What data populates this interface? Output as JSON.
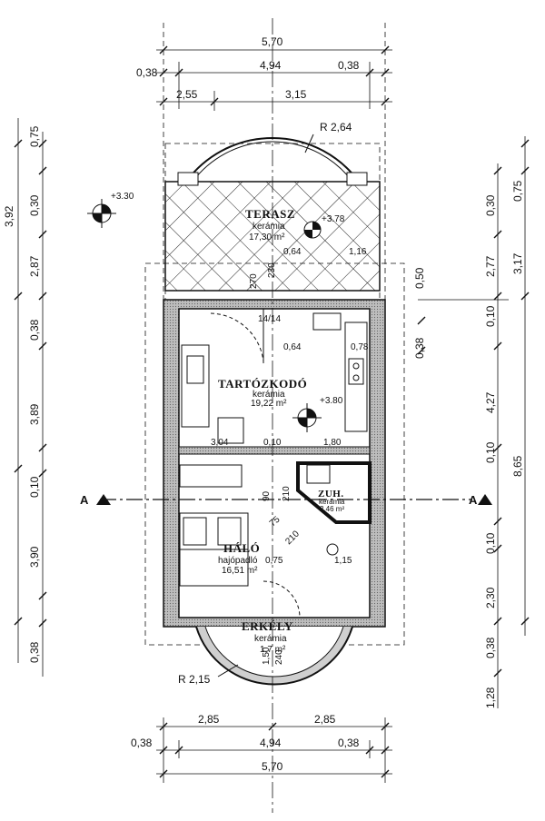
{
  "top_dims": {
    "overall": "5,70",
    "left_wall": "0,38",
    "inner": "4,94",
    "right_wall": "0,38",
    "split_left": "2,55",
    "split_right": "3,15"
  },
  "bottom_dims": {
    "split_left": "2,85",
    "split_right": "2,85",
    "left_wall": "0,38",
    "inner": "4,94",
    "right_wall": "0,38",
    "overall": "5,70"
  },
  "left_dims": [
    "0,75",
    "0,30",
    "2,87",
    "0,38",
    "3,89",
    "0,10",
    "3,90",
    "0,38"
  ],
  "left_dims_partial": "3,92",
  "right_dims_inner": [
    "0,30",
    "2,77",
    "0,10",
    "4,27",
    "0,10",
    "0,10",
    "2,30",
    "0,38",
    "1,28"
  ],
  "right_dims_outer": [
    "0,75",
    "3,17",
    "8,65"
  ],
  "right_misc": {
    "a": "0,50",
    "b": "0,38"
  },
  "radius_top": "R 2,64",
  "radius_bottom": "R 2,15",
  "level_marks": {
    "outside": "+3.30",
    "terrace": "+3.78",
    "living": "+3.80"
  },
  "rooms": {
    "terrace": {
      "name": "TERASZ",
      "material": "kerámia",
      "area": "17,30 m²"
    },
    "living": {
      "name": "TARTÓZKODÓ",
      "material": "kerámia",
      "area": "19,22 m²"
    },
    "wc": {
      "name": "ZUH.",
      "material": "kerámia",
      "area": "2,46 m²"
    },
    "bedroom": {
      "name": "HÁLÓ",
      "material": "hajópadló",
      "area": "16,51 m²"
    },
    "balcony": {
      "name": "ERKÉLY",
      "material": "kerámia",
      "area": "1,7 m²"
    }
  },
  "interior_dims": {
    "d064a": "0,64",
    "d116": "1,16",
    "d270": "270",
    "d230": "230",
    "d1414": "14/14",
    "d064b": "0,64",
    "d078": "0,78",
    "d304": "3,04",
    "d010": "0,10",
    "d180": "1,80",
    "d90": "90",
    "d210a": "210",
    "d75": "75",
    "d210b": "210",
    "d075": "0,75",
    "d115": "1,15",
    "d150": "1,50",
    "d240": "240"
  },
  "section_label": "A"
}
